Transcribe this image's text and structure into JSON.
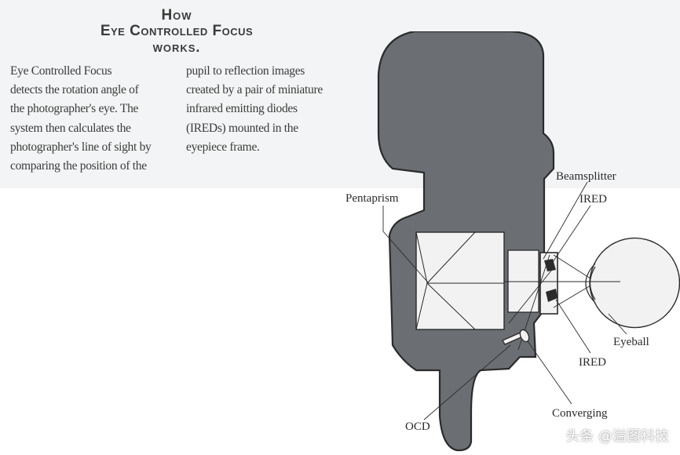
{
  "heading": {
    "line1": "How",
    "line2": "Eye Controlled Focus",
    "line3": "works."
  },
  "body_text": {
    "column1": [
      "Eye Controlled Focus",
      "detects the rotation angle of",
      "the photographer's eye.  The",
      "system then calculates the",
      "photographer's line of sight by",
      "comparing the position of the"
    ],
    "column2": [
      "pupil to reflection images",
      "created by a pair of miniature",
      "infrared emitting diodes",
      "(IREDs) mounted in the",
      "eyepiece frame."
    ]
  },
  "diagram": {
    "labels": {
      "beamsplitter": "Beamsplitter",
      "ired_top": "IRED",
      "pentaprism": "Pentaprism",
      "eyeball": "Eyeball",
      "ired_bottom": "IRED",
      "converging": "Converging",
      "ocd": "OCD"
    },
    "colors": {
      "camera_body": "#6b6e73",
      "outline": "#2b2b2b",
      "glass": "#f2f2f2"
    }
  },
  "watermark": "头条 @溢图科技"
}
